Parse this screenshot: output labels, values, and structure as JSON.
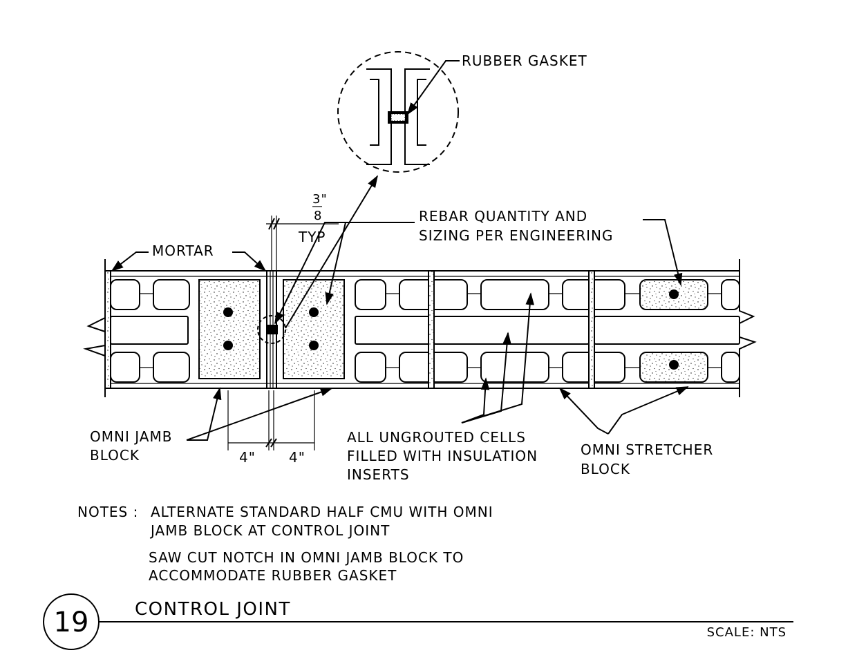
{
  "labels": {
    "rubber_gasket": "RUBBER GASKET",
    "frac_num": "3\"",
    "frac_den": "8",
    "typ": "TYP",
    "mortar": "MORTAR",
    "rebar_line1": "REBAR QUANTITY AND",
    "rebar_line2": "SIZING PER ENGINEERING",
    "jamb_line1": "OMNI JAMB",
    "jamb_line2": "BLOCK",
    "dim_left": "4\"",
    "dim_right": "4\"",
    "ungrouted_line1": "ALL UNGROUTED CELLS",
    "ungrouted_line2": "FILLED WITH INSULATION",
    "ungrouted_line3": "INSERTS",
    "stretcher_line1": "OMNI STRETCHER",
    "stretcher_line2": "BLOCK"
  },
  "notes": {
    "prefix": "NOTES :",
    "line1": "ALTERNATE STANDARD HALF CMU WITH OMNI",
    "line2": "JAMB BLOCK AT CONTROL JOINT",
    "line3": "SAW CUT NOTCH IN OMNI JAMB BLOCK TO",
    "line4": "ACCOMMODATE RUBBER GASKET"
  },
  "title": {
    "number": "19",
    "name": "CONTROL JOINT",
    "scale": "SCALE: NTS"
  }
}
